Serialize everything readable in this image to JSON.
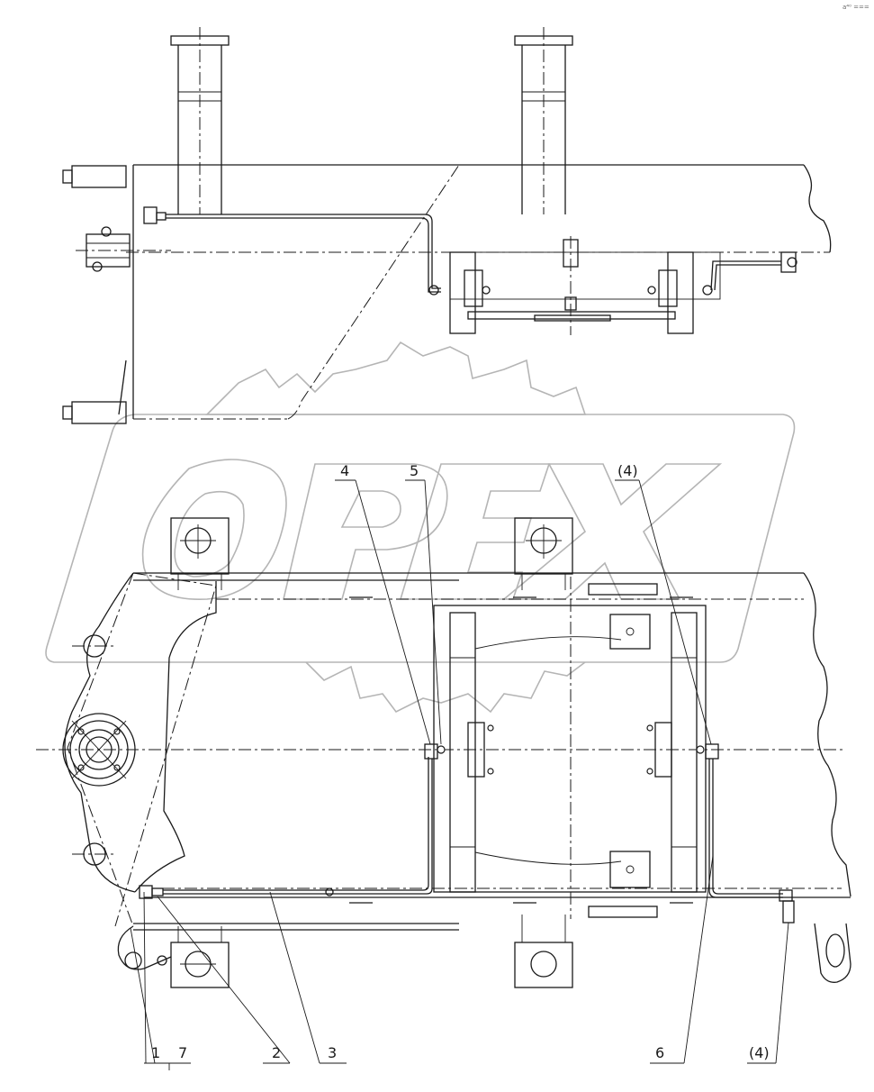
{
  "corner_mark": "a⁴⁰ ===",
  "watermark": "OPEX",
  "callouts": [
    {
      "id": "c1",
      "text": "1"
    },
    {
      "id": "c7",
      "text": "7"
    },
    {
      "id": "c2",
      "text": "2"
    },
    {
      "id": "c3",
      "text": "3"
    },
    {
      "id": "c4",
      "text": "4"
    },
    {
      "id": "c5",
      "text": "5"
    },
    {
      "id": "c4p_top",
      "text": "(4)"
    },
    {
      "id": "c6",
      "text": "6"
    },
    {
      "id": "c4p_bottom",
      "text": "(4)"
    }
  ]
}
